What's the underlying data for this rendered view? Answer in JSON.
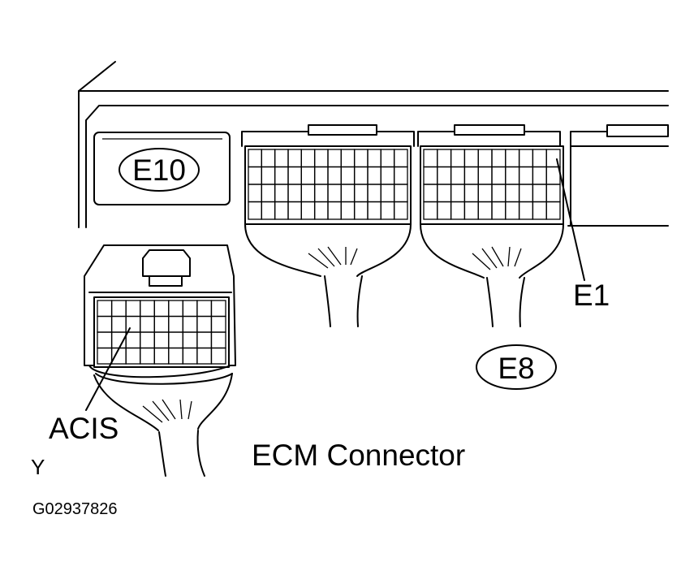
{
  "diagram": {
    "title": "ECM Connector",
    "connectors": [
      {
        "id": "E10",
        "label": "E10"
      },
      {
        "id": "E8",
        "label": "E8"
      }
    ],
    "terminals": [
      {
        "label": "E1"
      },
      {
        "label": "ACIS"
      }
    ],
    "view_letter": "Y",
    "figure_code": "G02937826"
  }
}
